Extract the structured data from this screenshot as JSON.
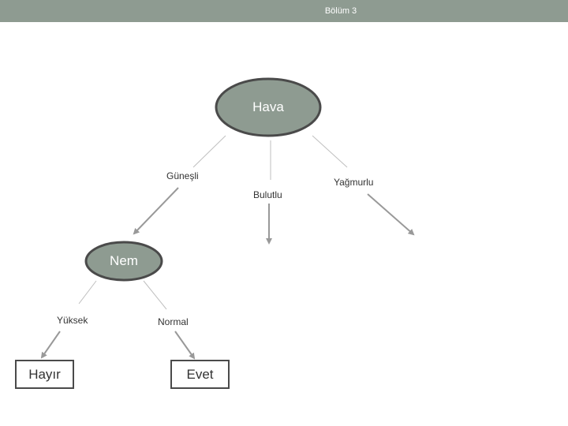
{
  "header": {
    "title": "Bölüm 3"
  },
  "colors": {
    "header_bg": "#8e9b91",
    "node_fill": "#8e9b91",
    "node_stroke": "#4a4a4a",
    "leaf_fill": "#ffffff",
    "edge_top": "#bfbfbf",
    "edge_arrow": "#999999"
  },
  "tree": {
    "root": {
      "label": "Hava"
    },
    "branches": {
      "sunny": "Güneşli",
      "cloudy": "Bulutlu",
      "rainy": "Yağmurlu"
    },
    "humidity_node": {
      "label": "Nem"
    },
    "humidity_branches": {
      "high": "Yüksek",
      "normal": "Normal"
    },
    "leaves": {
      "no": "Hayır",
      "yes": "Evet"
    }
  }
}
